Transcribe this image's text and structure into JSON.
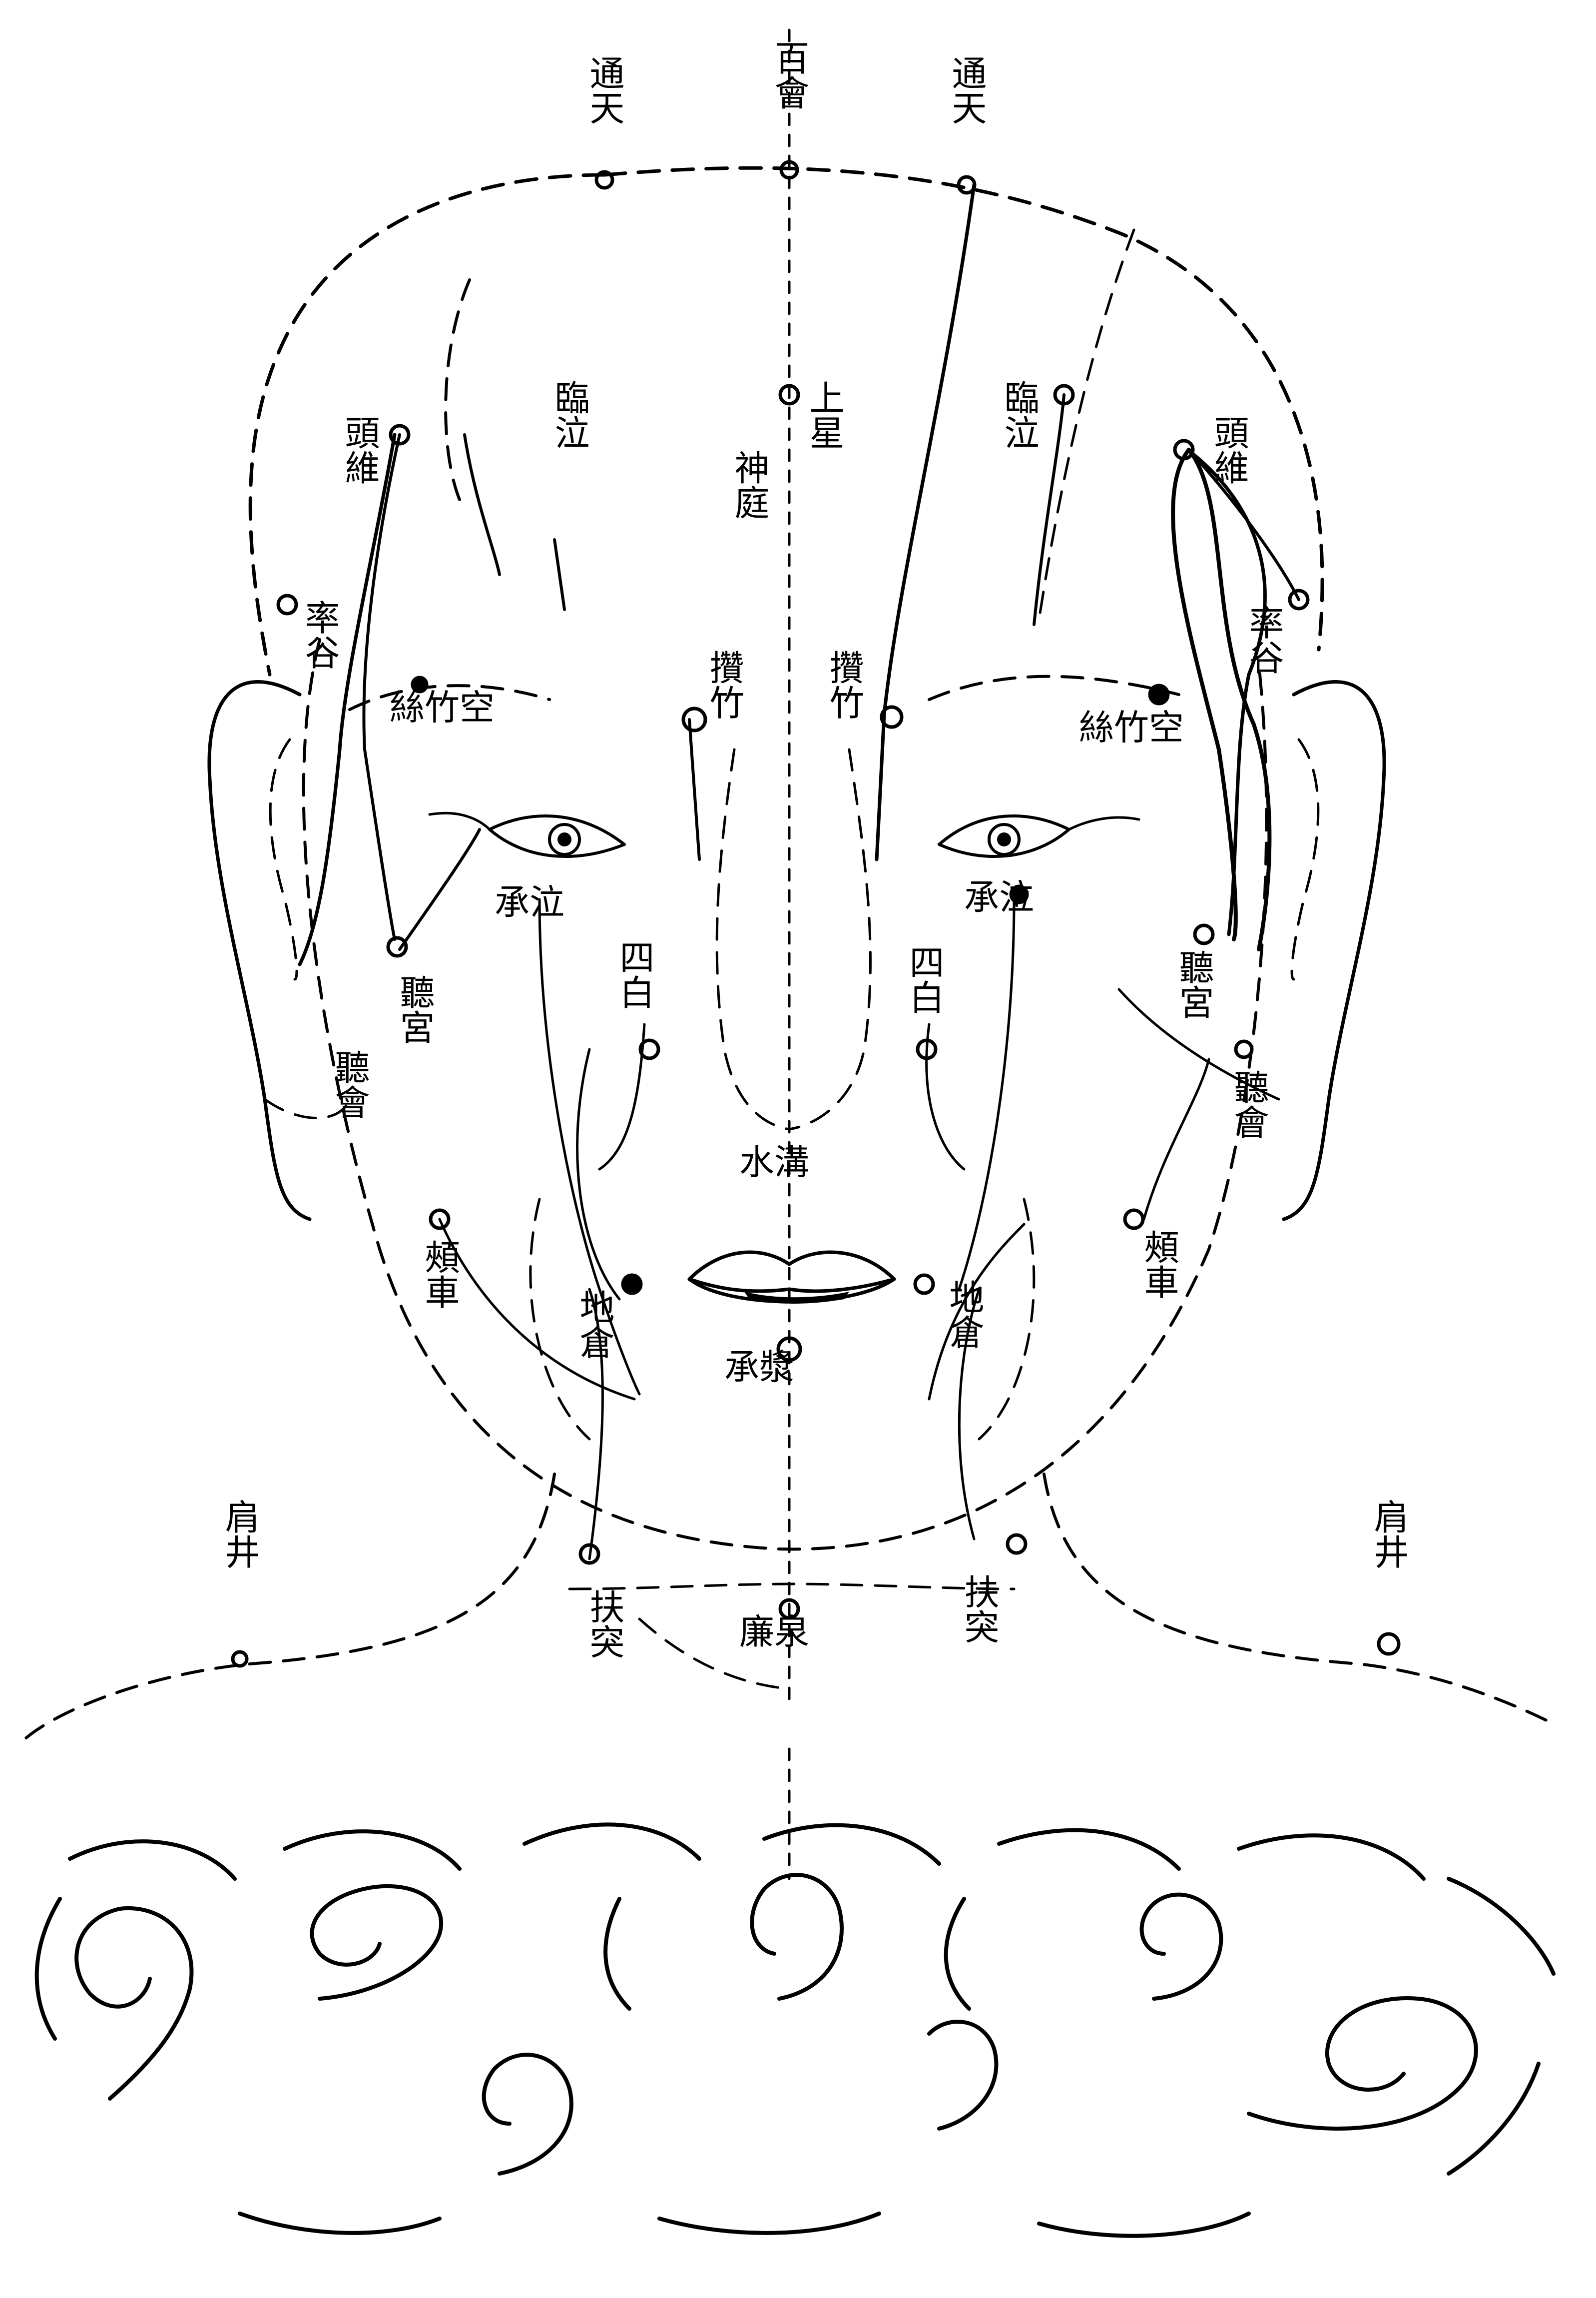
{
  "colors": {
    "ink": "#000000",
    "paper": "#ffffff"
  },
  "labels": {
    "tongtian_left": "通天",
    "baihui": "百會",
    "tongtian_right": "通天",
    "linqi_left": "臨泣",
    "shangxing": "上星",
    "shenting": "神庭",
    "linqi_right": "臨泣",
    "toulin_left": "頭維",
    "toulin_right": "頭維",
    "shuaigu_left": "率谷",
    "shuaigu_right": "率谷",
    "zanzhu_left": "攢竹",
    "zanzhu_right": "攢竹",
    "sizhukong_left": "絲竹空",
    "sizhukong_right": "絲竹空",
    "chengqi_left": "承泣",
    "chengqi_right": "承泣",
    "sibai_left": "四白",
    "sibai_right": "四白",
    "tinggong_left": "聽宮",
    "tinggong_right": "聽宮",
    "tinghui_left": "聽會",
    "tinghui_right": "聽會",
    "shuigou": "水溝",
    "dicang_left": "地倉",
    "dicang_right": "地倉",
    "jiache_left": "頰車",
    "jiache_right": "頰車",
    "chengjiang": "承漿",
    "futu_left": "扶突",
    "futu_right": "扶突",
    "lianquan": "廉泉",
    "jianjing_left": "肩井",
    "jianjing_right": "肩井"
  }
}
